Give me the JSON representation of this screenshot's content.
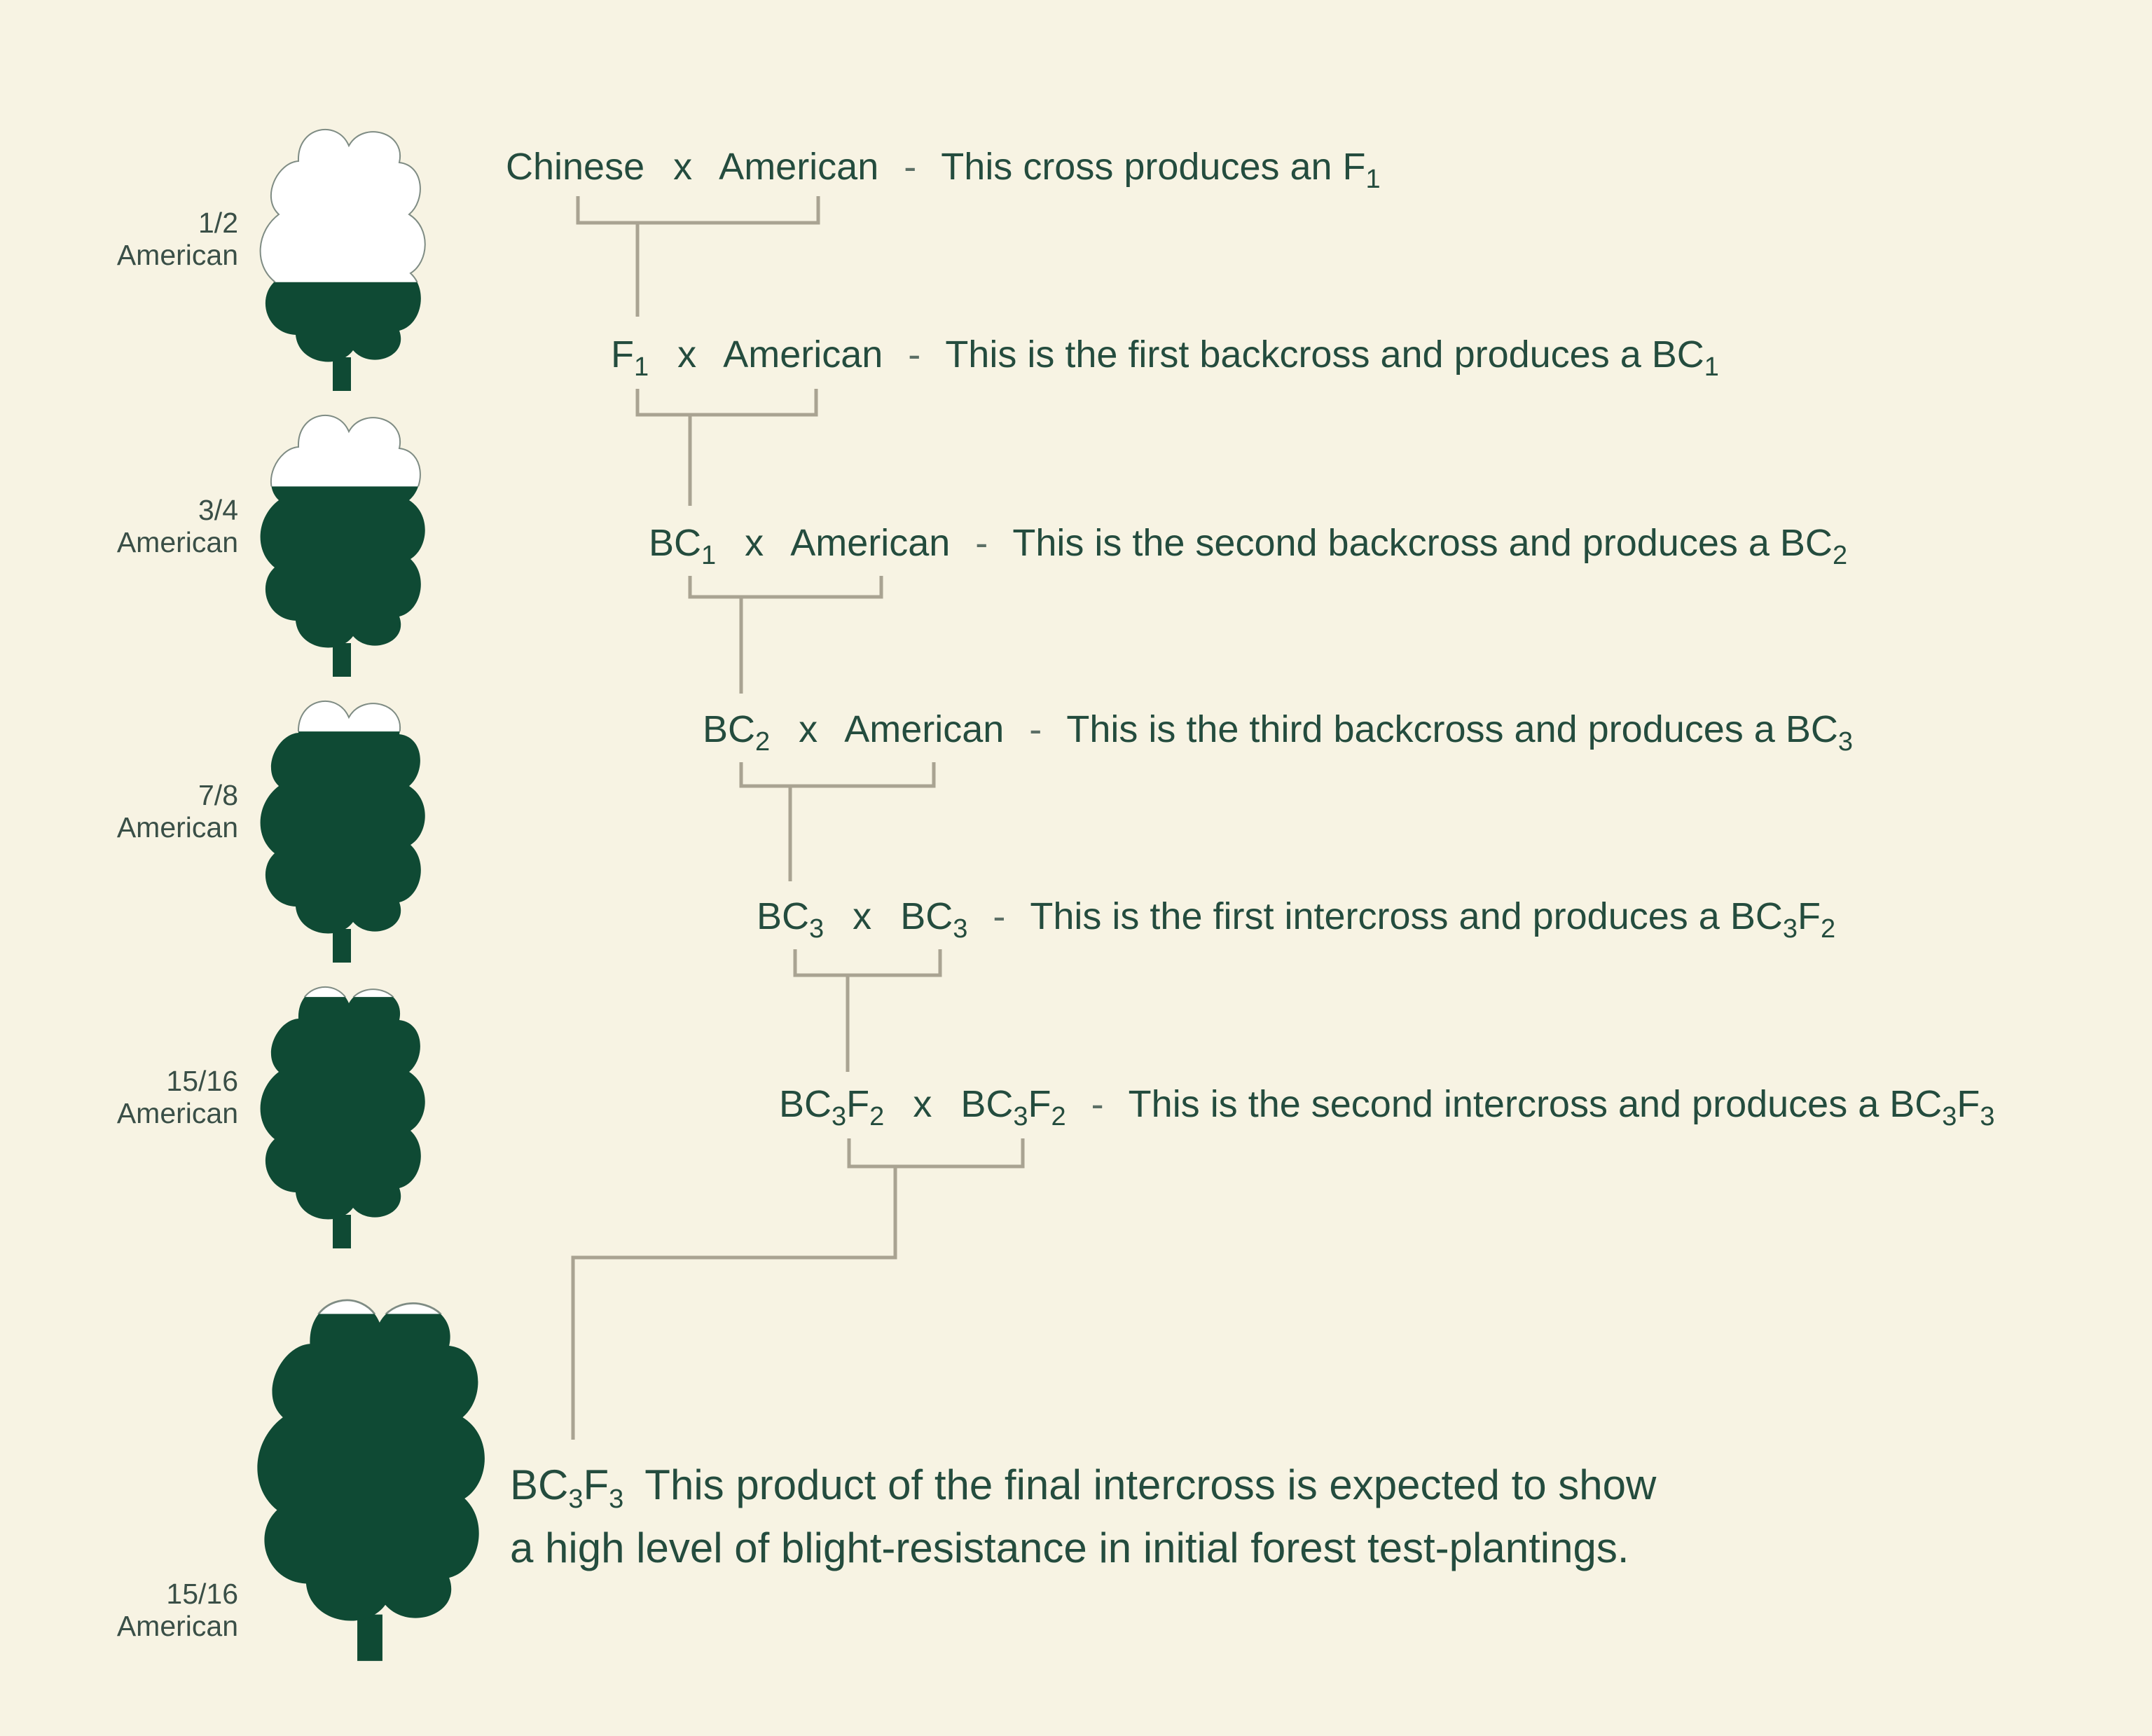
{
  "colors": {
    "background": "#f7f3e3",
    "tree_dark": "#0f4a34",
    "tree_light": "#ffffff",
    "connector": "#a9a392",
    "text": "#244c3e"
  },
  "trees": [
    {
      "fraction": "1/2",
      "label": "American",
      "american_share": 0.5
    },
    {
      "fraction": "3/4",
      "label": "American",
      "american_share": 0.75
    },
    {
      "fraction": "7/8",
      "label": "American",
      "american_share": 0.875
    },
    {
      "fraction": "15/16",
      "label": "American",
      "american_share": 0.9375
    },
    {
      "fraction": "15/16",
      "label": "American",
      "american_share": 0.9375
    }
  ],
  "crosses": [
    {
      "left": {
        "main": "Chinese",
        "sub1": "",
        "mid": "",
        "sub2": ""
      },
      "op": "x",
      "right": {
        "main": "American",
        "sub1": "",
        "mid": "",
        "sub2": ""
      },
      "dash": "-",
      "desc": {
        "text": "This cross produces an F",
        "sub1": "1",
        "mid": "",
        "sub2": ""
      }
    },
    {
      "left": {
        "main": "F",
        "sub1": "1",
        "mid": "",
        "sub2": ""
      },
      "op": "x",
      "right": {
        "main": "American",
        "sub1": "",
        "mid": "",
        "sub2": ""
      },
      "dash": "-",
      "desc": {
        "text": "This is the first backcross and produces a BC",
        "sub1": "1",
        "mid": "",
        "sub2": ""
      }
    },
    {
      "left": {
        "main": "BC",
        "sub1": "1",
        "mid": "",
        "sub2": ""
      },
      "op": "x",
      "right": {
        "main": "American",
        "sub1": "",
        "mid": "",
        "sub2": ""
      },
      "dash": "-",
      "desc": {
        "text": "This is the second backcross and produces a BC",
        "sub1": "2",
        "mid": "",
        "sub2": ""
      }
    },
    {
      "left": {
        "main": "BC",
        "sub1": "2",
        "mid": "",
        "sub2": ""
      },
      "op": "x",
      "right": {
        "main": "American",
        "sub1": "",
        "mid": "",
        "sub2": ""
      },
      "dash": "-",
      "desc": {
        "text": "This is the third backcross and produces a BC",
        "sub1": "3",
        "mid": "",
        "sub2": ""
      }
    },
    {
      "left": {
        "main": "BC",
        "sub1": "3",
        "mid": "",
        "sub2": ""
      },
      "op": "x",
      "right": {
        "main": "BC",
        "sub1": "3",
        "mid": "",
        "sub2": ""
      },
      "dash": "-",
      "desc": {
        "text": "This is the first intercross and produces a BC",
        "sub1": "3",
        "mid": "F",
        "sub2": "2"
      }
    },
    {
      "left": {
        "main": "BC",
        "sub1": "3",
        "mid": "F",
        "sub2": "2"
      },
      "op": "x",
      "right": {
        "main": "BC",
        "sub1": "3",
        "mid": "F",
        "sub2": "2"
      },
      "dash": "-",
      "desc": {
        "text": "This is the second intercross and produces a BC",
        "sub1": "3",
        "mid": "F",
        "sub2": "3"
      }
    }
  ],
  "final": {
    "formula": {
      "main": "BC",
      "sub1": "3",
      "mid": "F",
      "sub2": "3"
    },
    "line1": "This product of the final intercross is expected to show",
    "line2": "a high level of blight-resistance in initial forest test-plantings."
  }
}
